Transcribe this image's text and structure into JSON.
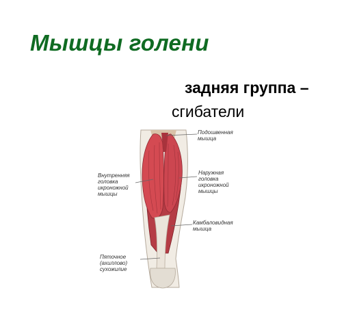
{
  "slide": {
    "title": "Мышцы голени",
    "subtitle_bold": "задняя группа –",
    "subtitle_normal": "сгибатели"
  },
  "labels": {
    "plantaris": [
      "Подошвенная",
      "мышца"
    ],
    "medial_head": [
      "Внутренняя",
      "головка",
      "икроножной",
      "мышцы"
    ],
    "lateral_head": [
      "Наружная",
      "головка",
      "икроножной",
      "мышцы"
    ],
    "soleus": [
      "Камбаловидная",
      "мышца"
    ],
    "tendon": [
      "Пяточное",
      "(ахиллово)",
      "сухожилие"
    ]
  },
  "colors": {
    "title": "#0f6b22",
    "muscle": "#c8424a",
    "muscle_dark": "#8e2a33",
    "skin": "#f1ece4",
    "tendon": "#e9e3d9"
  }
}
